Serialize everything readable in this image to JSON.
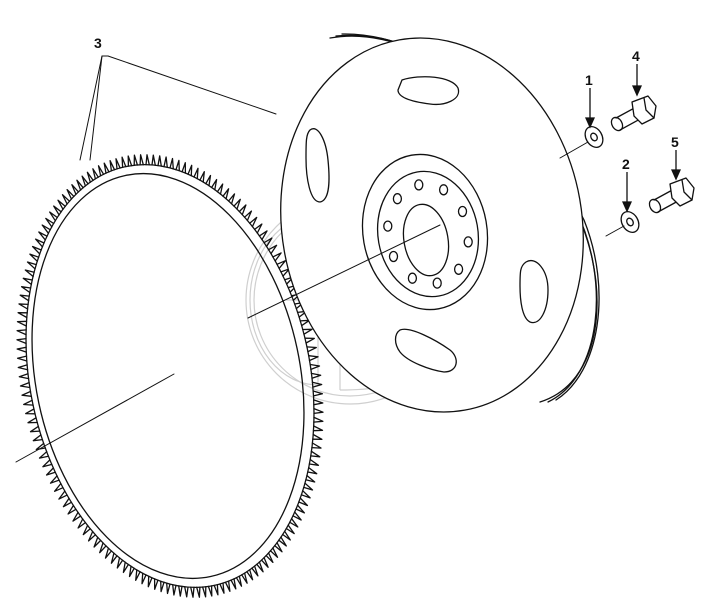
{
  "diagram": {
    "callouts": [
      {
        "id": "1",
        "label": "1"
      },
      {
        "id": "2",
        "label": "2"
      },
      {
        "id": "3",
        "label": "3"
      },
      {
        "id": "4",
        "label": "4"
      },
      {
        "id": "5",
        "label": "5"
      }
    ],
    "parts": {
      "ring_gear": "ring gear",
      "flywheel": "flywheel",
      "washer_upper": "washer",
      "washer_lower": "washer",
      "bolt_upper": "bolt",
      "bolt_lower": "bolt"
    },
    "watermark": "GB"
  }
}
